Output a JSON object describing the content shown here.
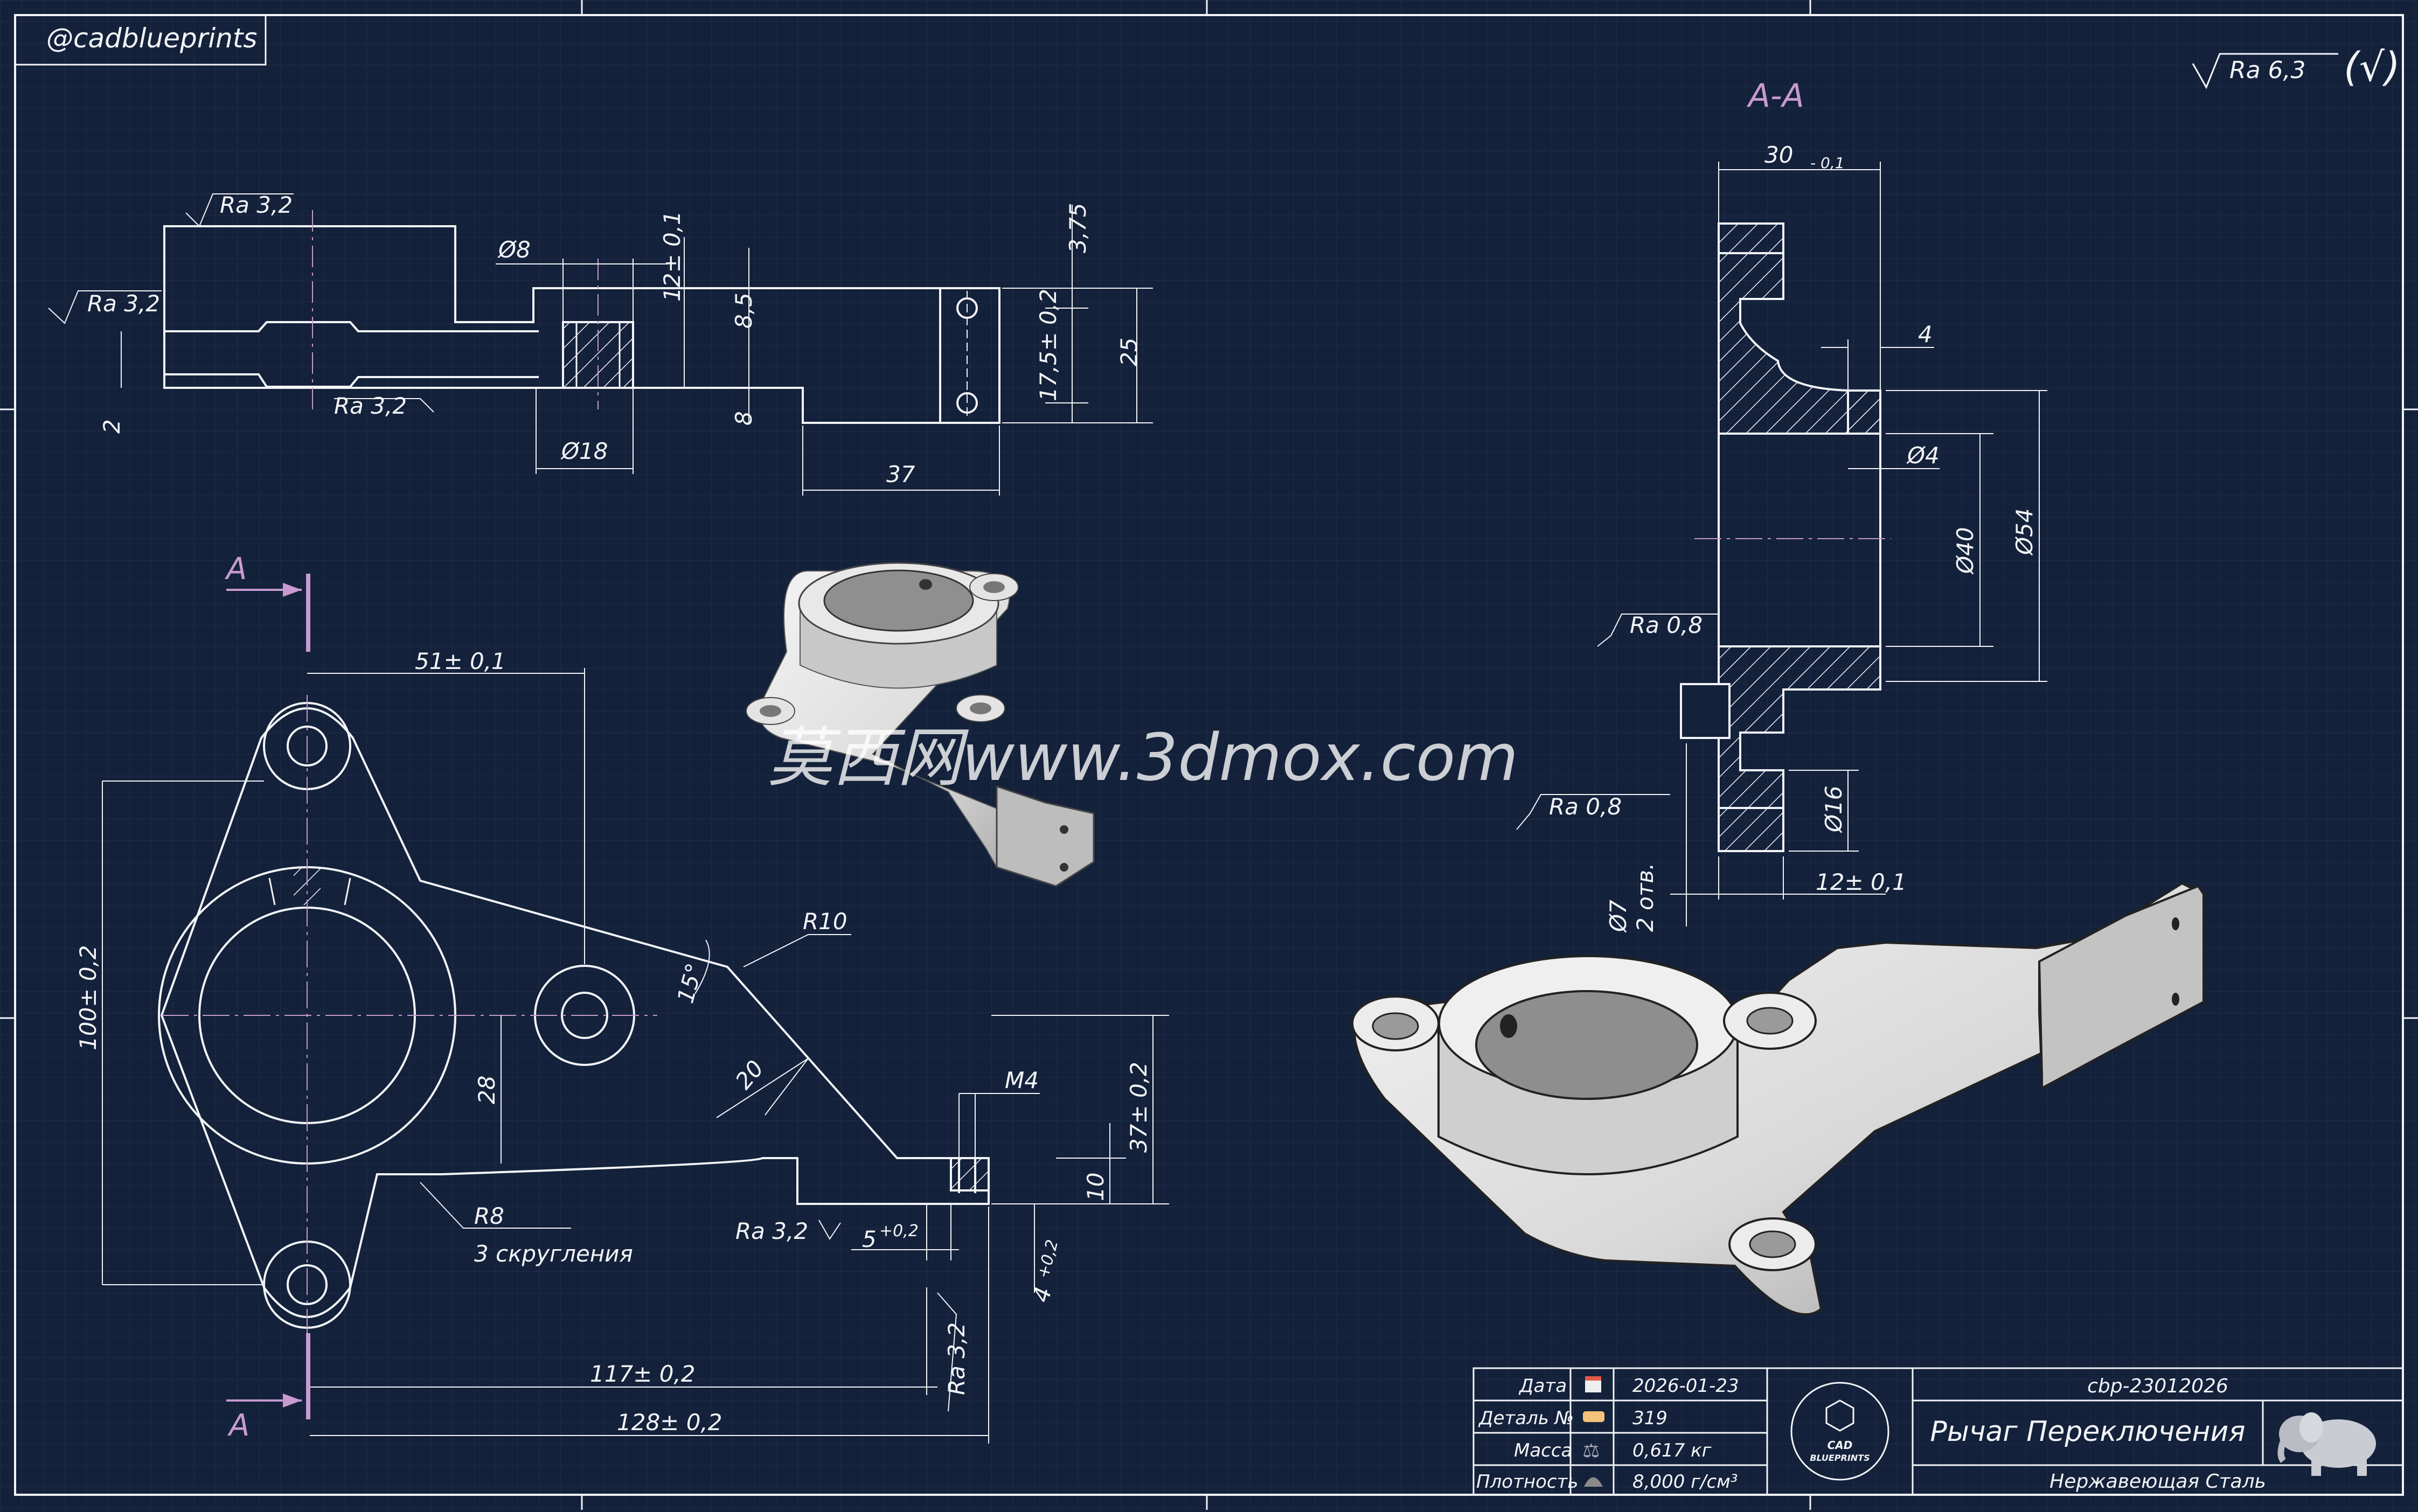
{
  "watermark_handle": "@cadblueprints",
  "general_roughness": "Ra 6,3",
  "section_label": "A-A",
  "section_marker": "A",
  "site_watermark": "莫西网www.3dmox.com",
  "colors": {
    "background": "#14213a",
    "line": "#f2f4f8",
    "accent": "#c79ad0",
    "grid": "#1d2c48"
  },
  "top_view": {
    "roughness": [
      "Ra 3,2",
      "Ra 3,2",
      "Ra 3,2"
    ],
    "dims": [
      "Ø8",
      "12± 0,1",
      "8,5",
      "3,75",
      "17,5± 0,2",
      "25",
      "8",
      "2",
      "Ø18",
      "37"
    ]
  },
  "front_view": {
    "dims": [
      "51± 0,1",
      "100± 0,2",
      "R10",
      "15°",
      "20",
      "28",
      "M4",
      "37± 0,2",
      "10",
      "R8",
      "3 скругления",
      "5",
      "+0,2",
      "4",
      "+0,2",
      "117± 0,2",
      "128± 0,2"
    ],
    "roughness": [
      "Ra 3,2",
      "Ra 3,2"
    ]
  },
  "section_view": {
    "dims": [
      "30",
      "- 0,1",
      "4",
      "Ø4",
      "Ø40",
      "Ø54",
      "Ø16",
      "12± 0,1",
      "Ø7",
      "2 отв."
    ],
    "roughness": [
      "Ra 0,8",
      "Ra 0,8"
    ]
  },
  "title_block": {
    "rows": [
      {
        "label": "Дата",
        "value": "2026-01-23"
      },
      {
        "label": "Деталь №",
        "value": "319"
      },
      {
        "label": "Масса",
        "value": "0,617 кг"
      },
      {
        "label": "Плотность",
        "value": "8,000 г/см³"
      }
    ],
    "logo_line1": "CAD",
    "logo_line2": "BLUEPRINTS",
    "doc_number": "cbp-23012026",
    "part_name": "Рычаг Переключения",
    "material": "Нержавеющая Сталь"
  }
}
